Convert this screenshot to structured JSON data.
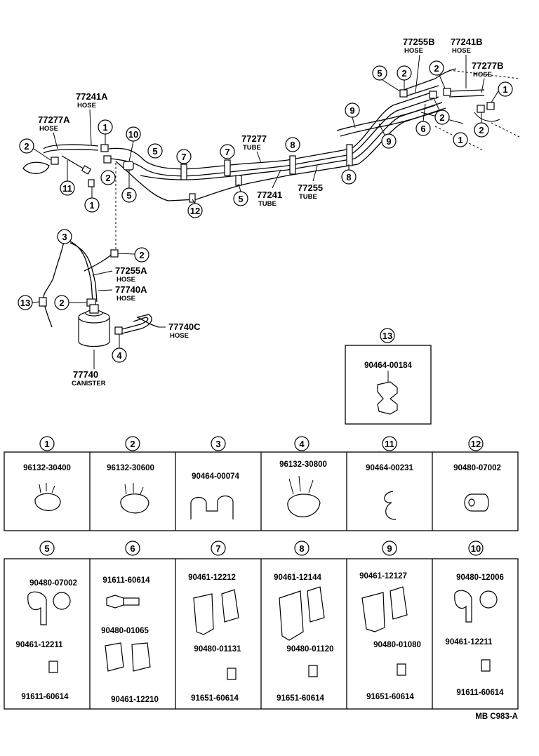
{
  "main_labels": {
    "l77241A": {
      "num": "77241A",
      "sub": "HOSE"
    },
    "l77277A": {
      "num": "77277A",
      "sub": "HOSE"
    },
    "l77255B": {
      "num": "77255B",
      "sub": "HOSE"
    },
    "l77241B": {
      "num": "77241B",
      "sub": "HOSE"
    },
    "l77277B": {
      "num": "77277B",
      "sub": "HOSE"
    },
    "l77277": {
      "num": "77277",
      "sub": "TUBE"
    },
    "l77241": {
      "num": "77241",
      "sub": "TUBE"
    },
    "l77255": {
      "num": "77255",
      "sub": "TUBE"
    },
    "l77255A": {
      "num": "77255A",
      "sub": "HOSE"
    },
    "l77740A": {
      "num": "77740A",
      "sub": "HOSE"
    },
    "l77740C": {
      "num": "77740C",
      "sub": "HOSE"
    },
    "l77740": {
      "num": "77740",
      "sub": "CANISTER"
    }
  },
  "callouts": {
    "c1": "1",
    "c2": "2",
    "c3": "3",
    "c4": "4",
    "c5": "5",
    "c6": "6",
    "c7": "7",
    "c8": "8",
    "c9": "9",
    "c10": "10",
    "c11": "11",
    "c12": "12",
    "c13": "13"
  },
  "box13": {
    "num": "13",
    "part": "90464-00184"
  },
  "table_row1": [
    {
      "num": "1",
      "parts": [
        "96132-30400"
      ]
    },
    {
      "num": "2",
      "parts": [
        "96132-30600"
      ]
    },
    {
      "num": "3",
      "parts": [
        "90464-00074"
      ]
    },
    {
      "num": "4",
      "parts": [
        "96132-30800"
      ]
    },
    {
      "num": "11",
      "parts": [
        "90464-00231"
      ]
    },
    {
      "num": "12",
      "parts": [
        "90480-07002"
      ]
    }
  ],
  "table_row2": [
    {
      "num": "5",
      "parts": [
        "90480-07002",
        "90461-12211",
        "91611-60614"
      ]
    },
    {
      "num": "6",
      "parts": [
        "91611-60614",
        "90480-01065",
        "90461-12210"
      ]
    },
    {
      "num": "7",
      "parts": [
        "90461-12212",
        "90480-01131",
        "91651-60614"
      ]
    },
    {
      "num": "8",
      "parts": [
        "90461-12144",
        "90480-01120",
        "91651-60614"
      ]
    },
    {
      "num": "9",
      "parts": [
        "90461-12127",
        "90480-01080",
        "91651-60614"
      ]
    },
    {
      "num": "10",
      "parts": [
        "90480-12006",
        "90461-12211",
        "91611-60614"
      ]
    }
  ],
  "footer_code": "MB  C983-A"
}
